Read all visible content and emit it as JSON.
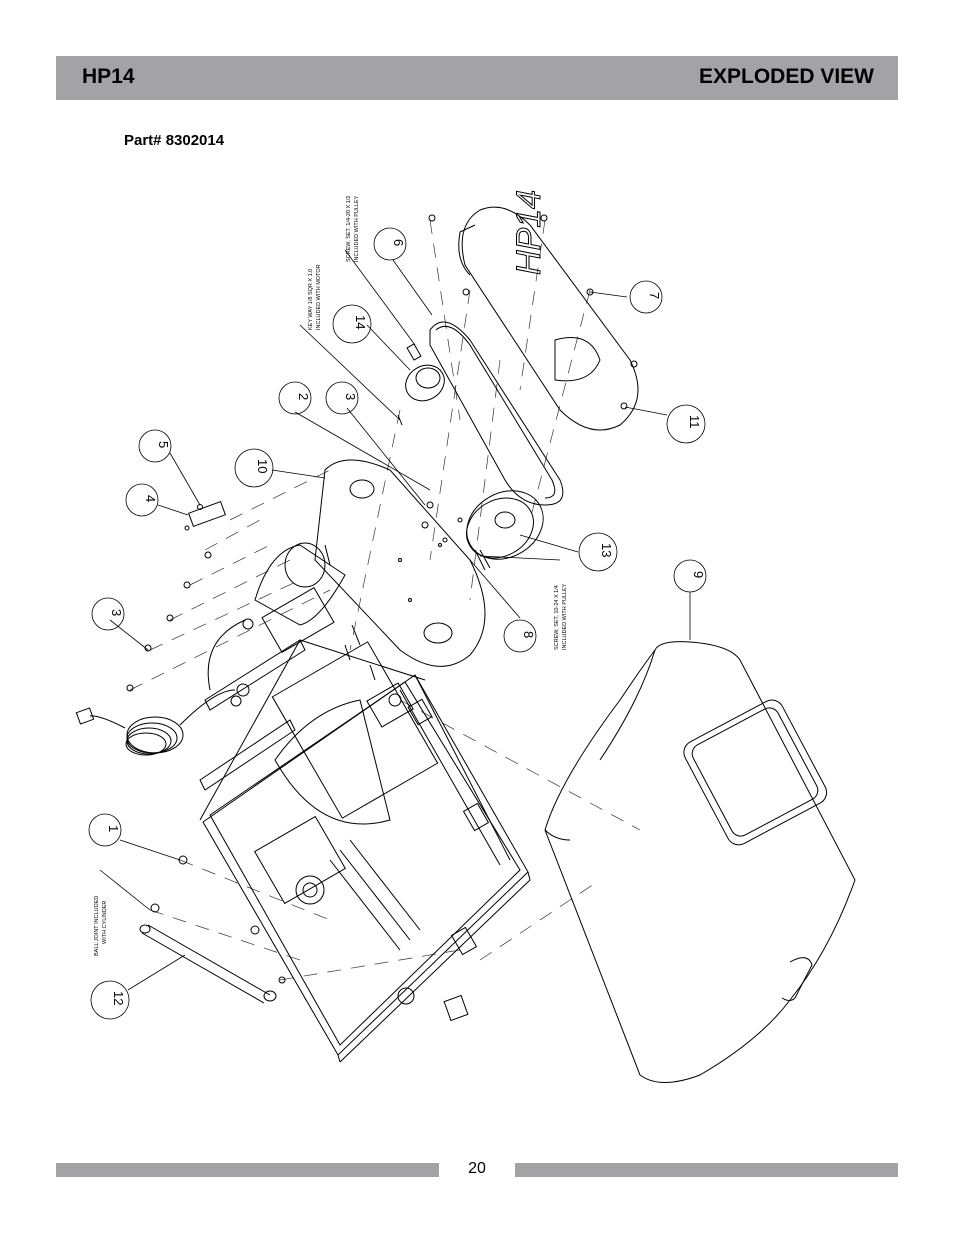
{
  "header": {
    "model": "HP14",
    "section": "EXPLODED VIEW"
  },
  "part_number": "Part# 8302014",
  "footer": {
    "page": "20"
  },
  "callouts": [
    {
      "id": "1",
      "label": "1"
    },
    {
      "id": "2",
      "label": "2"
    },
    {
      "id": "3a",
      "label": "3"
    },
    {
      "id": "3b",
      "label": "3"
    },
    {
      "id": "4",
      "label": "4"
    },
    {
      "id": "5",
      "label": "5"
    },
    {
      "id": "6",
      "label": "6"
    },
    {
      "id": "7",
      "label": "7"
    },
    {
      "id": "8",
      "label": "8"
    },
    {
      "id": "9",
      "label": "9"
    },
    {
      "id": "10",
      "label": "10"
    },
    {
      "id": "11",
      "label": "11"
    },
    {
      "id": "12",
      "label": "12"
    },
    {
      "id": "13",
      "label": "13"
    },
    {
      "id": "14",
      "label": "14"
    }
  ],
  "notes": {
    "key": {
      "line1": "KEY WAY 1/8 SQR X 1.0",
      "line2": "INCLUDED WITH MOTOR"
    },
    "screw_top": {
      "line1": "SCREW, SET, 1/4-20 X 1/2",
      "line2": "INCLUDED WITH PULLEY"
    },
    "screw_bottom": {
      "line1": "SCREW, SET, 10-24 X 1/4",
      "line2": "INCLUDED WITH PULLEY"
    },
    "ball_joint": {
      "line1": "BALL JOINT INCLUDED",
      "line2": "WITH CYLINDER"
    }
  },
  "logo_text": "HP14"
}
